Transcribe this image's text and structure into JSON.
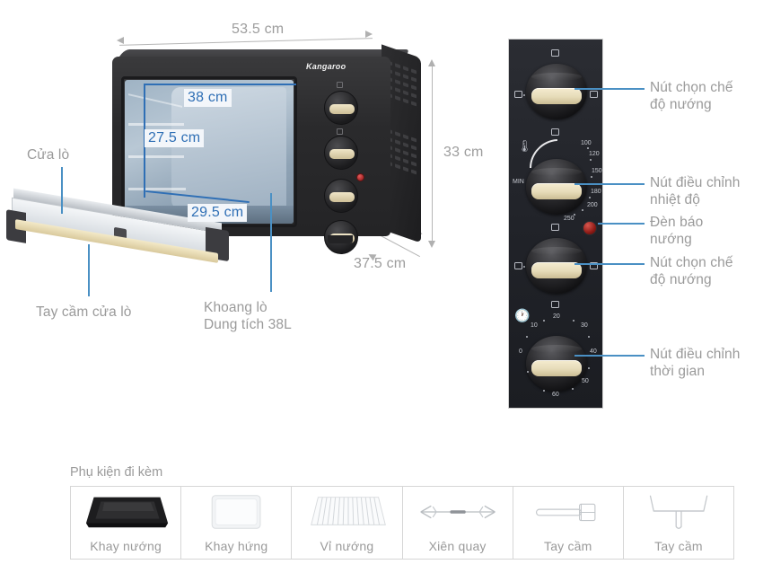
{
  "dimensions": {
    "width_label": "53.5 cm",
    "height_label": "33 cm",
    "depth_label": "37.5 cm",
    "interior_width": "38 cm",
    "interior_height": "27.5 cm",
    "interior_depth": "29.5 cm"
  },
  "brand": "Kangaroo",
  "callouts": {
    "door": "Cửa lò",
    "door_handle": "Tay cầm cửa lò",
    "cavity": "Khoang lò\nDung tích 38L",
    "mode_knob_top": "Nút chọn chế\nđộ nướng",
    "temp_knob": "Nút điều chỉnh\nnhiệt độ",
    "indicator_lamp": "Đèn báo\nnướng",
    "mode_knob_bottom": "Nút chọn chế\nđộ nướng",
    "timer_knob": "Nút điều chỉnh\nthời gian"
  },
  "panel": {
    "temp_scale": [
      "100",
      "120",
      "150",
      "180",
      "200",
      "250"
    ],
    "temp_min_label": "MIN",
    "timer_scale": [
      "0",
      "10",
      "20",
      "30",
      "40",
      "50",
      "60"
    ]
  },
  "accessories": {
    "title": "Phụ kiện đi kèm",
    "items": [
      {
        "label": "Khay nướng",
        "art": "baking-tray-black"
      },
      {
        "label": "Khay hứng",
        "art": "drip-tray-white"
      },
      {
        "label": "Vỉ nướng",
        "art": "grill-rack"
      },
      {
        "label": "Xiên quay",
        "art": "rotisserie-skewer"
      },
      {
        "label": "Tay cầm",
        "art": "skewer-handle"
      },
      {
        "label": "Tay cầm",
        "art": "tray-handle"
      }
    ]
  },
  "colors": {
    "annotation_gray": "#9a9a9a",
    "dimension_blue": "#2f6fb5",
    "leader_blue": "#4a90c4",
    "body_black": "#2a2a2c",
    "knob_cream": "#ecdfb9",
    "led_red": "#8e1b16"
  }
}
